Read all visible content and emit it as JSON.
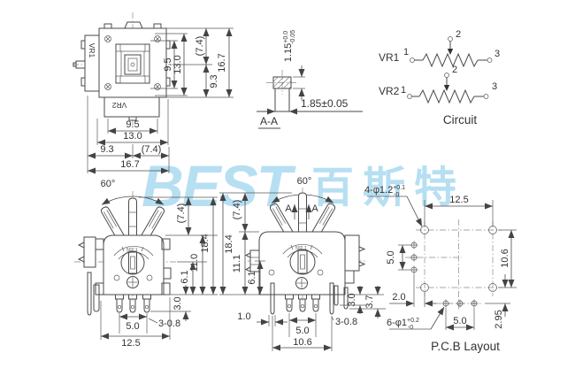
{
  "watermark": {
    "text_latin": "BEST",
    "text_cjk": "百斯特",
    "color": "#b6dff2"
  },
  "top_view": {
    "vr1_label": "VR1",
    "vr2_label": "VR2",
    "dim_inner_width": "9.5",
    "dim_frame_width": "13.0",
    "dim_left_width": "9.3",
    "dim_right_width": "(7.4)",
    "dim_total_width": "16.7",
    "dim_inner_height": "9.5",
    "dim_frame_height": "13.0",
    "dim_top_height": "(7.4)",
    "dim_bottom_height": "9.3",
    "dim_total_height": "16.7"
  },
  "section_aa": {
    "title": "A-A",
    "height_value": "1.15",
    "height_tol_upper": "+0.0",
    "height_tol_lower": "-0.05",
    "width_value": "1.85±0.05"
  },
  "circuit": {
    "title": "Circuit",
    "vr1_label": "VR1",
    "vr2_label": "VR2",
    "terminal_1": "1",
    "terminal_2": "2",
    "terminal_3": "3"
  },
  "front_view": {
    "angle": "60°",
    "rotor_marking": "502.1",
    "dim_stick_height": "(7.4)",
    "dim_total_height": "18.4",
    "dim_body_height": "11.0",
    "dim_screw_to_base": "6.1",
    "dim_pin_length": "3.0",
    "dim_pin_pitch": "5.0",
    "dim_body_width": "12.5",
    "pin_note": "3-0.8"
  },
  "side_view": {
    "angle": "60°",
    "section_marker": "A",
    "rotor_marking": "502.1",
    "dim_total_height": "18.4",
    "dim_stick_height": "(7.4)",
    "dim_body_height": "11.1",
    "dim_screw_to_base": "6.1",
    "dim_pin_width": "1.0",
    "dim_pin_a": "3.0",
    "dim_pin_b": "3.7",
    "dim_pin_pitch": "5.0",
    "dim_pin_span": "10.6",
    "pin_note": "3-0.8"
  },
  "pcb_layout": {
    "title": "P.C.B Layout",
    "hole4_label": "4-φ1.2",
    "hole4_tol_upper": "+0.1",
    "hole4_tol_lower": "-0",
    "hole6_label": "6-φ1",
    "hole6_tol_upper": "+0.2",
    "hole6_tol_lower": "-0",
    "dim_width": "12.5",
    "dim_height": "10.6",
    "dim_left_pitch": "5.0",
    "dim_offset": "2.0",
    "dim_bottom_pitch": "5.0",
    "dim_bottom_offset": "2.95"
  }
}
